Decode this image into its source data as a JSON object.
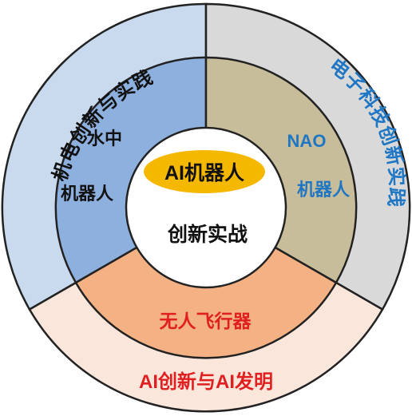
{
  "center": {
    "ai_label": "AI机器人",
    "title": "创新实战"
  },
  "inner_ring": {
    "left": {
      "line1": "水中",
      "line2": "机器人"
    },
    "right": {
      "line1": "NAO",
      "line2": "机器人"
    },
    "bottom": "无人飞行器"
  },
  "outer_ring": {
    "left": "机电创新与实践",
    "right": "电子科技创新实践",
    "bottom": "AI创新与AI发明"
  },
  "colors": {
    "outer_left": "#c9d9ee",
    "outer_right": "#d9d9d9",
    "outer_bottom": "#fbe6db",
    "inner_left": "#8eb0de",
    "inner_right": "#c8bd9a",
    "inner_bottom": "#f4b183",
    "ai_oval": "#f5b800",
    "text_dark": "#111111",
    "text_blue": "#1f77c4",
    "text_red": "#e02020"
  }
}
